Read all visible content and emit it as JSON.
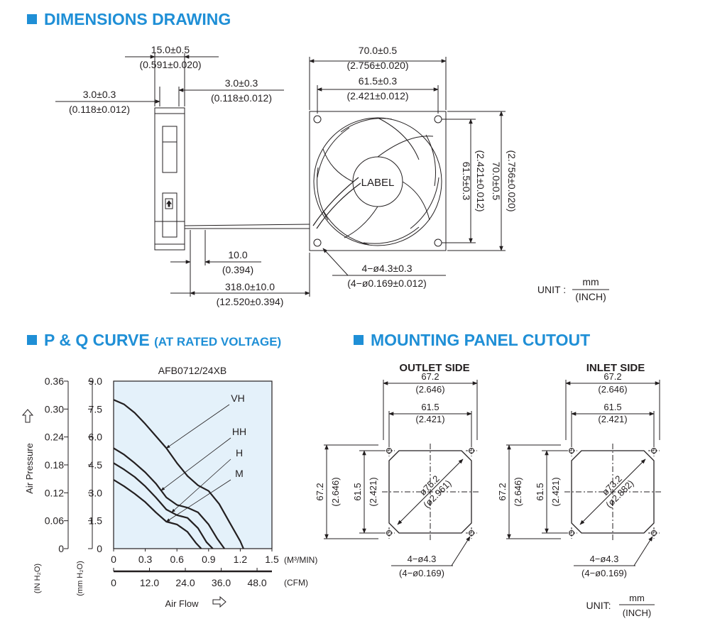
{
  "sections": {
    "dimensions": "DIMENSIONS DRAWING",
    "pq": "P & Q CURVE",
    "pq_note": "(AT RATED VOLTAGE)",
    "mounting": "MOUNTING PANEL CUTOUT"
  },
  "dimensions": {
    "side_width_mm": "15.0±0.5",
    "side_width_in": "(0.591±0.020)",
    "rib_right_mm": "3.0±0.3",
    "rib_right_in": "(0.118±0.012)",
    "rib_left_mm": "3.0±0.3",
    "rib_left_in": "(0.118±0.012)",
    "overall_mm": "70.0±0.5",
    "overall_in": "(2.756±0.020)",
    "hole_pitch_mm": "61.5±0.3",
    "hole_pitch_in": "(2.421±0.012)",
    "vert_pitch_mm": "61.5±0.3",
    "vert_pitch_in": "(2.421±0.012)",
    "vert_overall_mm": "70.0±0.5",
    "vert_overall_in": "(2.756±0.020)",
    "wire_strip_mm": "10.0",
    "wire_strip_in": "(0.394)",
    "lead_length_mm": "318.0±10.0",
    "lead_length_in": "(12.520±0.394)",
    "holes_mm": "4−ø4.3±0.3",
    "holes_in": "(4−ø0.169±0.012)",
    "label": "LABEL",
    "unit_prefix": "UNIT :",
    "unit_mm": "mm",
    "unit_in": "(INCH)"
  },
  "chart_data": {
    "type": "line",
    "title": "AFB0712/24XB",
    "xlabel": "Air Flow",
    "ylabel": "Air Pressure",
    "x_unit_primary": "(M³/MIN)",
    "x_unit_secondary": "(CFM)",
    "y_unit_primary": "(IN H₂O)",
    "y_unit_secondary": "(mm H₂O)",
    "x_ticks_m3min": [
      "0",
      "0.3",
      "0.6",
      "0.9",
      "1.2",
      "1.5"
    ],
    "x_ticks_cfm": [
      "0",
      "12.0",
      "24.0",
      "36.0",
      "48.0"
    ],
    "y_ticks_inh2o": [
      "0.36",
      "0.30",
      "0.24",
      "0.18",
      "0.12",
      "0.06",
      "0"
    ],
    "y_ticks_mmh2o": [
      "9.0",
      "7.5",
      "6.0",
      "4.5",
      "3.0",
      "1.5",
      "0"
    ],
    "xlim": [
      0,
      1.5
    ],
    "ylim": [
      0,
      9.0
    ],
    "grid": false,
    "series": [
      {
        "name": "VH",
        "x": [
          0,
          0.1,
          0.2,
          0.3,
          0.4,
          0.5,
          0.6,
          0.7,
          0.8,
          0.9,
          1.0,
          1.1,
          1.2,
          1.23
        ],
        "y": [
          8.0,
          7.75,
          7.3,
          6.7,
          6.05,
          5.4,
          4.6,
          3.9,
          3.4,
          3.1,
          2.4,
          1.4,
          0.4,
          0
        ]
      },
      {
        "name": "HH",
        "x": [
          0,
          0.1,
          0.2,
          0.3,
          0.4,
          0.5,
          0.6,
          0.7,
          0.8,
          0.9,
          0.98,
          1.05
        ],
        "y": [
          5.4,
          5.05,
          4.6,
          4.1,
          3.5,
          2.75,
          2.35,
          2.2,
          1.95,
          1.3,
          0.55,
          0
        ]
      },
      {
        "name": "H",
        "x": [
          0,
          0.1,
          0.2,
          0.3,
          0.4,
          0.5,
          0.6,
          0.7,
          0.8,
          0.88,
          0.94
        ],
        "y": [
          4.6,
          4.25,
          3.85,
          3.35,
          2.75,
          2.1,
          1.8,
          1.65,
          1.1,
          0.35,
          0
        ]
      },
      {
        "name": "M",
        "x": [
          0,
          0.1,
          0.2,
          0.3,
          0.4,
          0.5,
          0.6,
          0.7,
          0.78,
          0.83
        ],
        "y": [
          3.7,
          3.35,
          2.95,
          2.5,
          1.95,
          1.45,
          1.3,
          0.9,
          0.3,
          0
        ]
      }
    ]
  },
  "mounting": {
    "outlet_title": "OUTLET SIDE",
    "inlet_title": "INLET SIDE",
    "outlet": {
      "overall_mm": "67.2",
      "overall_in": "(2.646)",
      "pitch_mm": "61.5",
      "pitch_in": "(2.421)",
      "v_overall_mm": "67.2",
      "v_overall_in": "(2.646)",
      "v_pitch_mm": "61.5",
      "v_pitch_in": "(2.421)",
      "dia_mm": "ø75.2",
      "dia_in": "(ø2.961)",
      "holes_mm": "4−ø4.3",
      "holes_in": "(4−ø0.169)"
    },
    "inlet": {
      "overall_mm": "67.2",
      "overall_in": "(2.646)",
      "pitch_mm": "61.5",
      "pitch_in": "(2.421)",
      "v_overall_mm": "67.2",
      "v_overall_in": "(2.646)",
      "v_pitch_mm": "61.5",
      "v_pitch_in": "(2.421)",
      "dia_mm": "ø73.2",
      "dia_in": "(ø2.882)",
      "holes_mm": "4−ø4.3",
      "holes_in": "(4−ø0.169)"
    },
    "unit_prefix": "UNIT:",
    "unit_mm": "mm",
    "unit_in": "(INCH)"
  }
}
